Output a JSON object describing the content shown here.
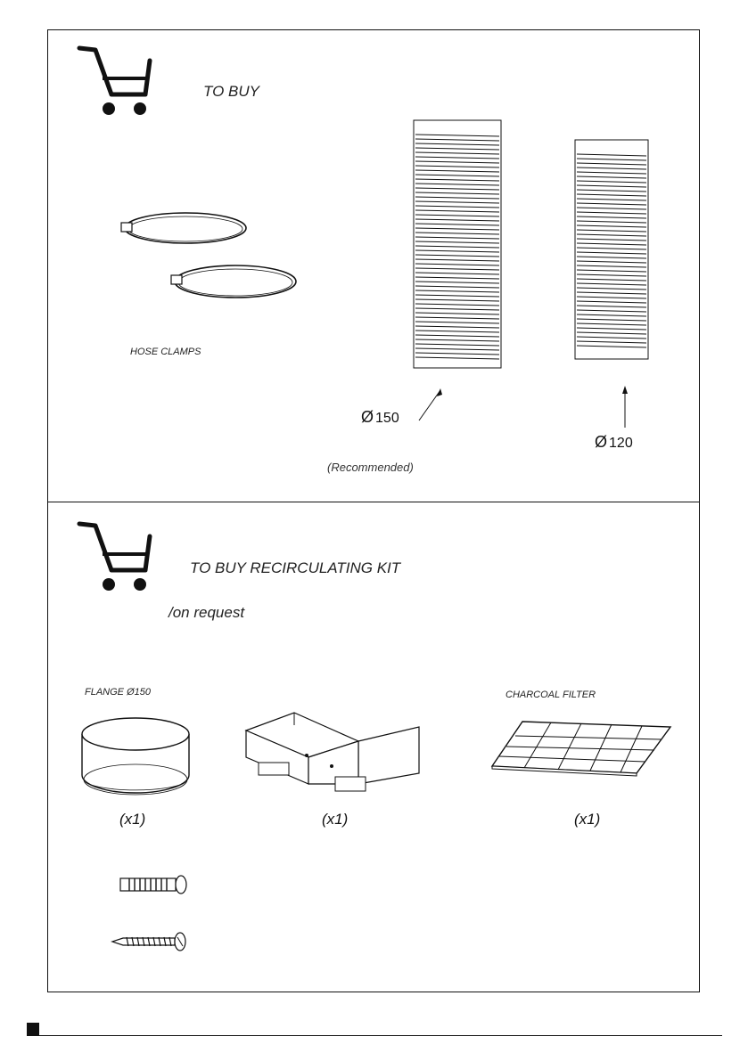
{
  "section_top": {
    "heading": "TO BUY",
    "clamps_label": "HOSE CLAMPS",
    "hose_large_label": "150",
    "hose_small_label": "120",
    "recommended_note": "(Recommended)",
    "diameter_symbol": "Ø"
  },
  "section_bottom": {
    "heading": "TO BUY  RECIRCULATING KIT",
    "subheading": "/on request",
    "flange_label": "FLANGE Ø150",
    "charcoal_label": "CHARCOAL FILTER",
    "qty_flange": "(x1)",
    "qty_adapter": "(x1)",
    "qty_filter": "(x1)"
  },
  "icons": [
    "cart-icon",
    "hose-clamp-icon",
    "flex-hose-icon",
    "flange-icon",
    "adapter-icon",
    "charcoal-filter-icon",
    "wall-plug-icon",
    "screw-icon"
  ]
}
